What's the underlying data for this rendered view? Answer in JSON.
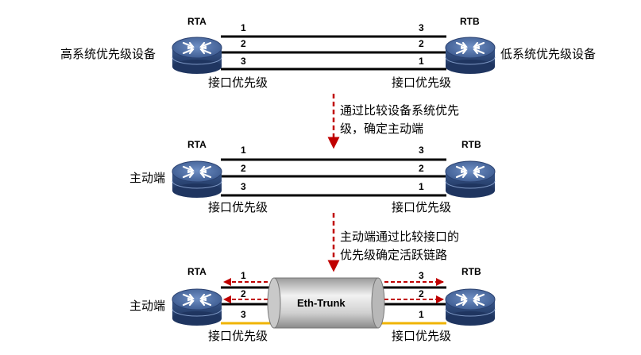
{
  "routers": {
    "rta": "RTA",
    "rtb": "RTB"
  },
  "labels": {
    "high_priority": "高系统优先级设备",
    "low_priority": "低系统优先级设备",
    "port_priority": "接口优先级",
    "active_end": "主动端",
    "step1_line1": "通过比较设备系统优先",
    "step1_line2": "级，确定主动端",
    "step2_line1": "主动端通过比较接口的",
    "step2_line2": "优先级确定活跃链路",
    "eth_trunk": "Eth-Trunk"
  },
  "link_numbers": {
    "rta_side": [
      "1",
      "2",
      "3"
    ],
    "rtb_side": [
      "3",
      "2",
      "1"
    ]
  },
  "colors": {
    "arrow": "#c00000",
    "router_top": "#4d6a9c",
    "router_body": "#2e4a7a",
    "inactive_link": "#f0b400"
  }
}
